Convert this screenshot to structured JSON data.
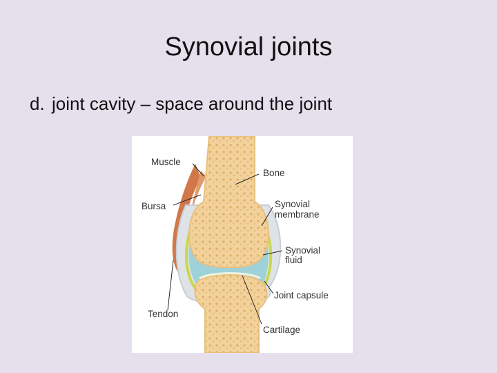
{
  "slide": {
    "title": "Synovial joints",
    "bullet_marker": "d.",
    "bullet_text": "joint cavity – space around the joint"
  },
  "figure": {
    "labels": {
      "muscle": "Muscle",
      "bone": "Bone",
      "bursa": "Bursa",
      "synovial_membrane_1": "Synovial",
      "synovial_membrane_2": "membrane",
      "synovial_fluid_1": "Synovial",
      "synovial_fluid_2": "fluid",
      "joint_capsule": "Joint capsule",
      "tendon": "Tendon",
      "cartilage": "Cartilage"
    },
    "colors": {
      "bone": "#f2d29a",
      "bone_texture": "#dcae68",
      "muscle": "#d0784a",
      "synovial_fluid": "#9fd1d8",
      "membrane": "#c9d84a",
      "capsule": "#dfe3e8"
    }
  }
}
